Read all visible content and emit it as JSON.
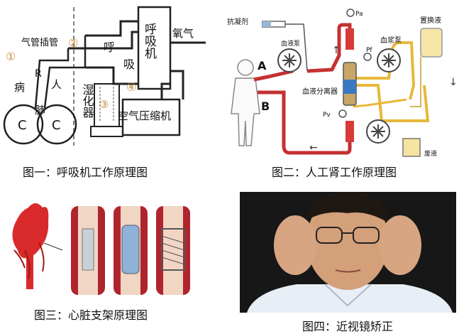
{
  "captions": {
    "fig1": "图一：呼吸机工作原理图",
    "fig2": "图二：人工肾工作原理图",
    "fig3": "图三：心脏支架原理图",
    "fig4": "图四：近视镜矫正"
  },
  "fig1": {
    "marker_1": "①",
    "marker_2": "②",
    "marker_3": "③",
    "marker_4": "④",
    "label_tube": "气管插管",
    "label_r": "R",
    "label_patient_1": "病",
    "label_patient_2": "人",
    "label_lung": "肺",
    "label_c_left": "C",
    "label_c_right": "C",
    "label_call": "呼",
    "label_inhale": "吸",
    "label_ventilator": "呼吸机",
    "label_oxygen": "氧气",
    "label_humidifier": "湿化器",
    "label_compressor": "空气压缩机"
  },
  "fig2": {
    "anticoagulant": "抗凝剂",
    "pa": "Pa",
    "blood_pump": "血液泵",
    "plasma_pump": "血浆泵",
    "replacement": "置换液",
    "pf": "Pf",
    "pv": "Pv",
    "label_a": "A",
    "label_b": "B",
    "separator": "血液分离器",
    "waste": "废液"
  }
}
